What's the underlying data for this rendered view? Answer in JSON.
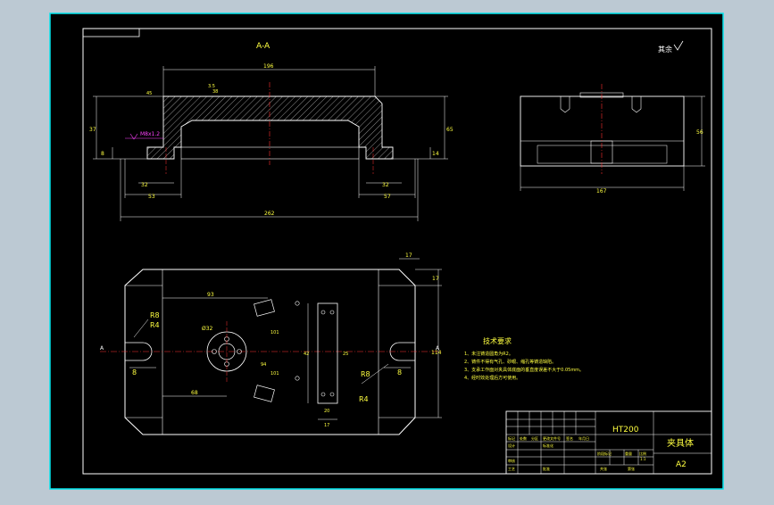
{
  "colors": {
    "background": "#bcc9d3",
    "paper": "#000000",
    "border": "#00e5ee",
    "line": "#ffffff",
    "red": "#ff3030",
    "yellow": "#ffff40",
    "magenta": "#ff40ff",
    "hatch": "#ffffff"
  },
  "section": {
    "title": "A-A",
    "roughness": "其余",
    "dims": {
      "top_width": "196",
      "overall_width": "262",
      "left_height": "37",
      "right_height": "65",
      "base_left": "8",
      "base_right": "14",
      "foot_left_1": "32",
      "foot_left_2": "53",
      "foot_right_1": "32",
      "foot_right_2": "57",
      "small_1": "45",
      "small_2": "38",
      "small_3": "3.5",
      "magenta_note": "M8x1.2"
    }
  },
  "side_view": {
    "width_dim": "167",
    "height_dim": "56"
  },
  "plan_view": {
    "section_mark": "A",
    "dims": {
      "d93": "93",
      "d68": "68",
      "d17a": "17",
      "d17b": "17",
      "d114": "114",
      "d8a": "8",
      "d8b": "8",
      "d101a": "101",
      "d101b": "101",
      "d94": "94",
      "d25": "25",
      "d17c": "17",
      "d42": "42",
      "d20": "20",
      "r8a": "R8",
      "r4a": "R4",
      "r8b": "R8",
      "r4b": "R4",
      "phi": "Ø32"
    }
  },
  "tech_requirements": {
    "heading": "技术要求",
    "items": [
      "1、未注铸造圆角为R2。",
      "2、铸件不得有气孔、砂眼、缩孔等铸造缺陷。",
      "3、支承工作面对夹具体底面的垂直度误差不大于0.05mm。",
      "4、经时效处理后方可使用。"
    ]
  },
  "title_block": {
    "material": "HT200",
    "part_name": "夹具体",
    "sheet_size": "A2",
    "scale": "1:1",
    "labels": [
      "标记",
      "处数",
      "分区",
      "更改文件号",
      "签名",
      "年月日",
      "设计",
      "标准化",
      "审核",
      "工艺",
      "批准",
      "阶段标记",
      "重量",
      "比例",
      "共张",
      "第张"
    ]
  }
}
